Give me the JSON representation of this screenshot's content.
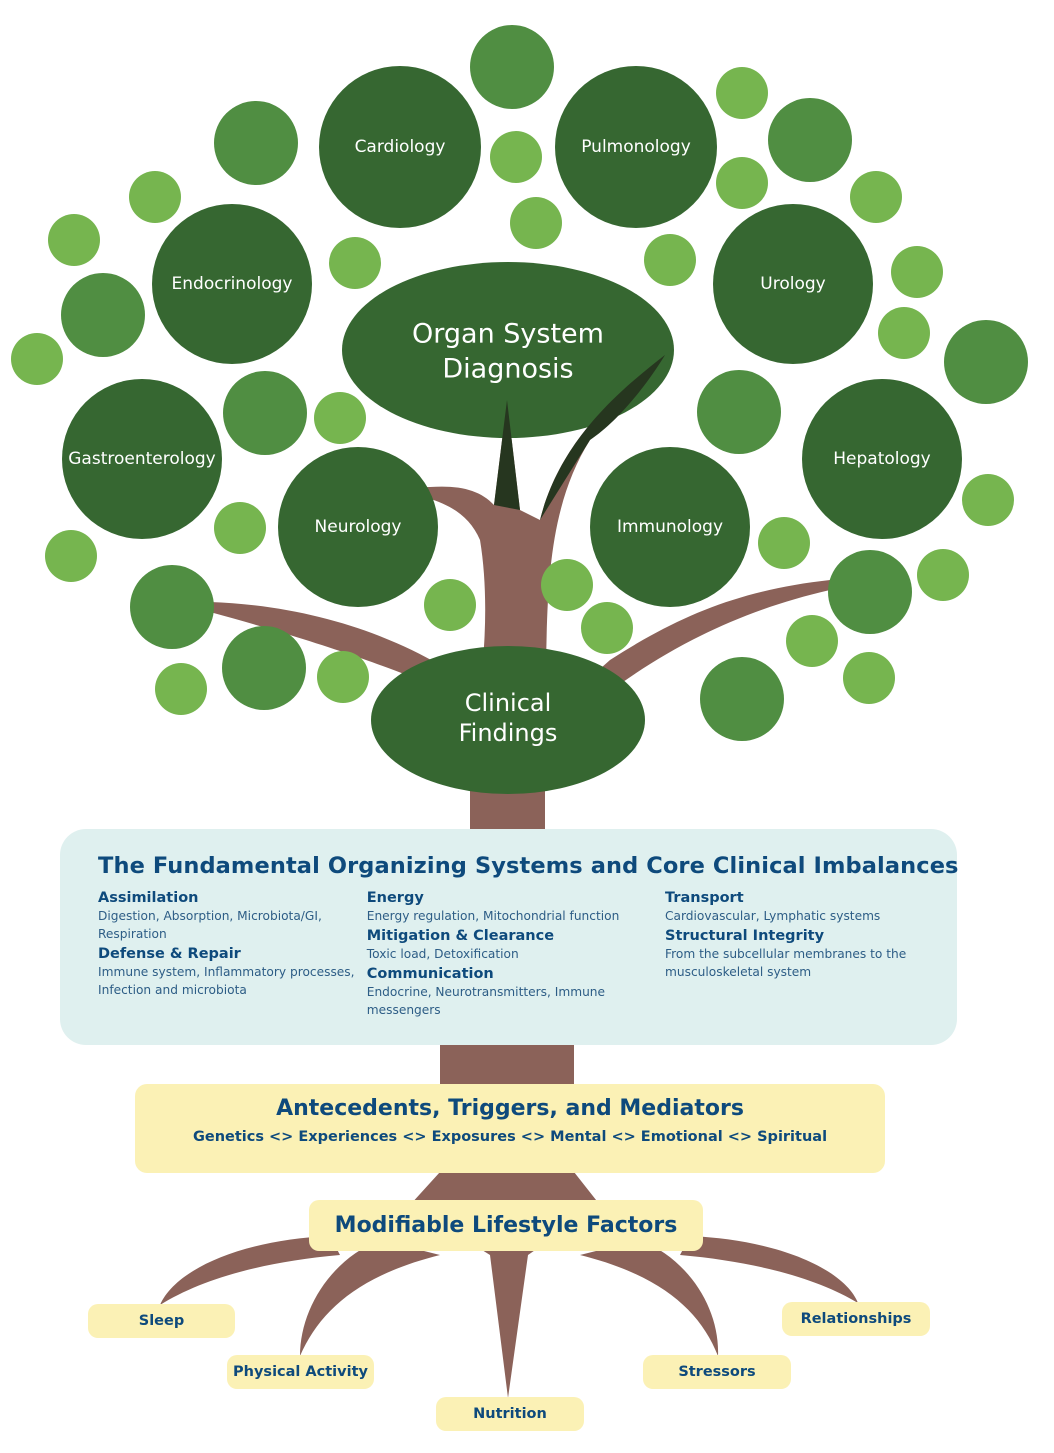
{
  "colors": {
    "dark_green": "#366731",
    "mid_green": "#508e42",
    "light_green": "#76b54f",
    "trunk_brown": "#8b6259",
    "core_bg": "#dff0ef",
    "yellow_bg": "#fbf1b5",
    "text_blue": "#0e4a7c"
  },
  "canopy": {
    "top_node": [
      "Organ System",
      "Diagnosis"
    ],
    "bottom_node": [
      "Clinical",
      "Findings"
    ],
    "specialties": [
      "Cardiology",
      "Pulmonology",
      "Endocrinology",
      "Urology",
      "Gastroenterology",
      "Hepatology",
      "Neurology",
      "Immunology"
    ]
  },
  "core": {
    "title": "The Fundamental Organizing Systems and Core Clinical Imbalances",
    "columns": [
      [
        {
          "name": "Assimilation",
          "desc": "Digestion, Absorption, Microbiota/GI, Respiration"
        },
        {
          "name": "Defense & Repair",
          "desc": "Immune system, Inflammatory processes, Infection and microbiota"
        }
      ],
      [
        {
          "name": "Energy",
          "desc": "Energy regulation, Mitochondrial function"
        },
        {
          "name": "Mitigation & Clearance",
          "desc": "Toxic load, Detoxification"
        },
        {
          "name": "Communication",
          "desc": "Endocrine, Neurotransmitters, Immune messengers"
        }
      ],
      [
        {
          "name": "Transport",
          "desc": "Cardiovascular, Lymphatic systems"
        },
        {
          "name": "Structural Integrity",
          "desc": "From the subcellular membranes to the musculoskeletal system"
        }
      ]
    ]
  },
  "antecedents": {
    "title": "Antecedents, Triggers, and Mediators",
    "subtitle": "Genetics <> Experiences <> Exposures <> Mental <> Emotional <> Spiritual"
  },
  "lifestyle": {
    "title": "Modifiable Lifestyle Factors",
    "factors": [
      "Sleep",
      "Physical Activity",
      "Nutrition",
      "Stressors",
      "Relationships"
    ]
  }
}
